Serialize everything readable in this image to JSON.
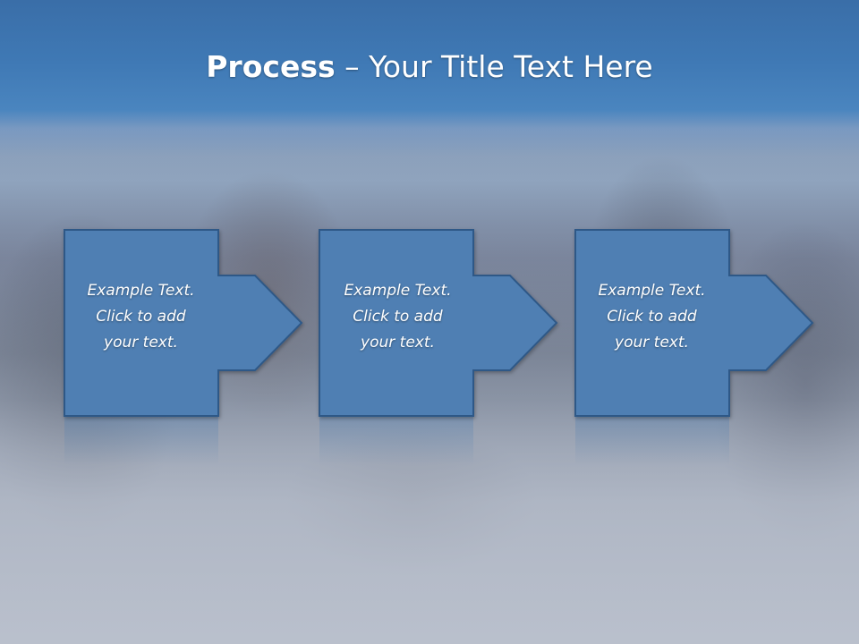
{
  "slide": {
    "title_bold": "Process",
    "title_separator": " – ",
    "title_rest": "Your Title Text Here",
    "steps": [
      {
        "lines": [
          "Example Text.",
          "Click  to add",
          "your text."
        ]
      },
      {
        "lines": [
          "Example Text.",
          "Click  to add",
          "your text."
        ]
      },
      {
        "lines": [
          "Example Text.",
          "Click  to add",
          "your text."
        ]
      }
    ],
    "colors": {
      "title_band": "#3f79b5",
      "shape_fill": "#4f7fb3",
      "shape_stroke": "#2f5987",
      "text": "#ffffff"
    }
  }
}
